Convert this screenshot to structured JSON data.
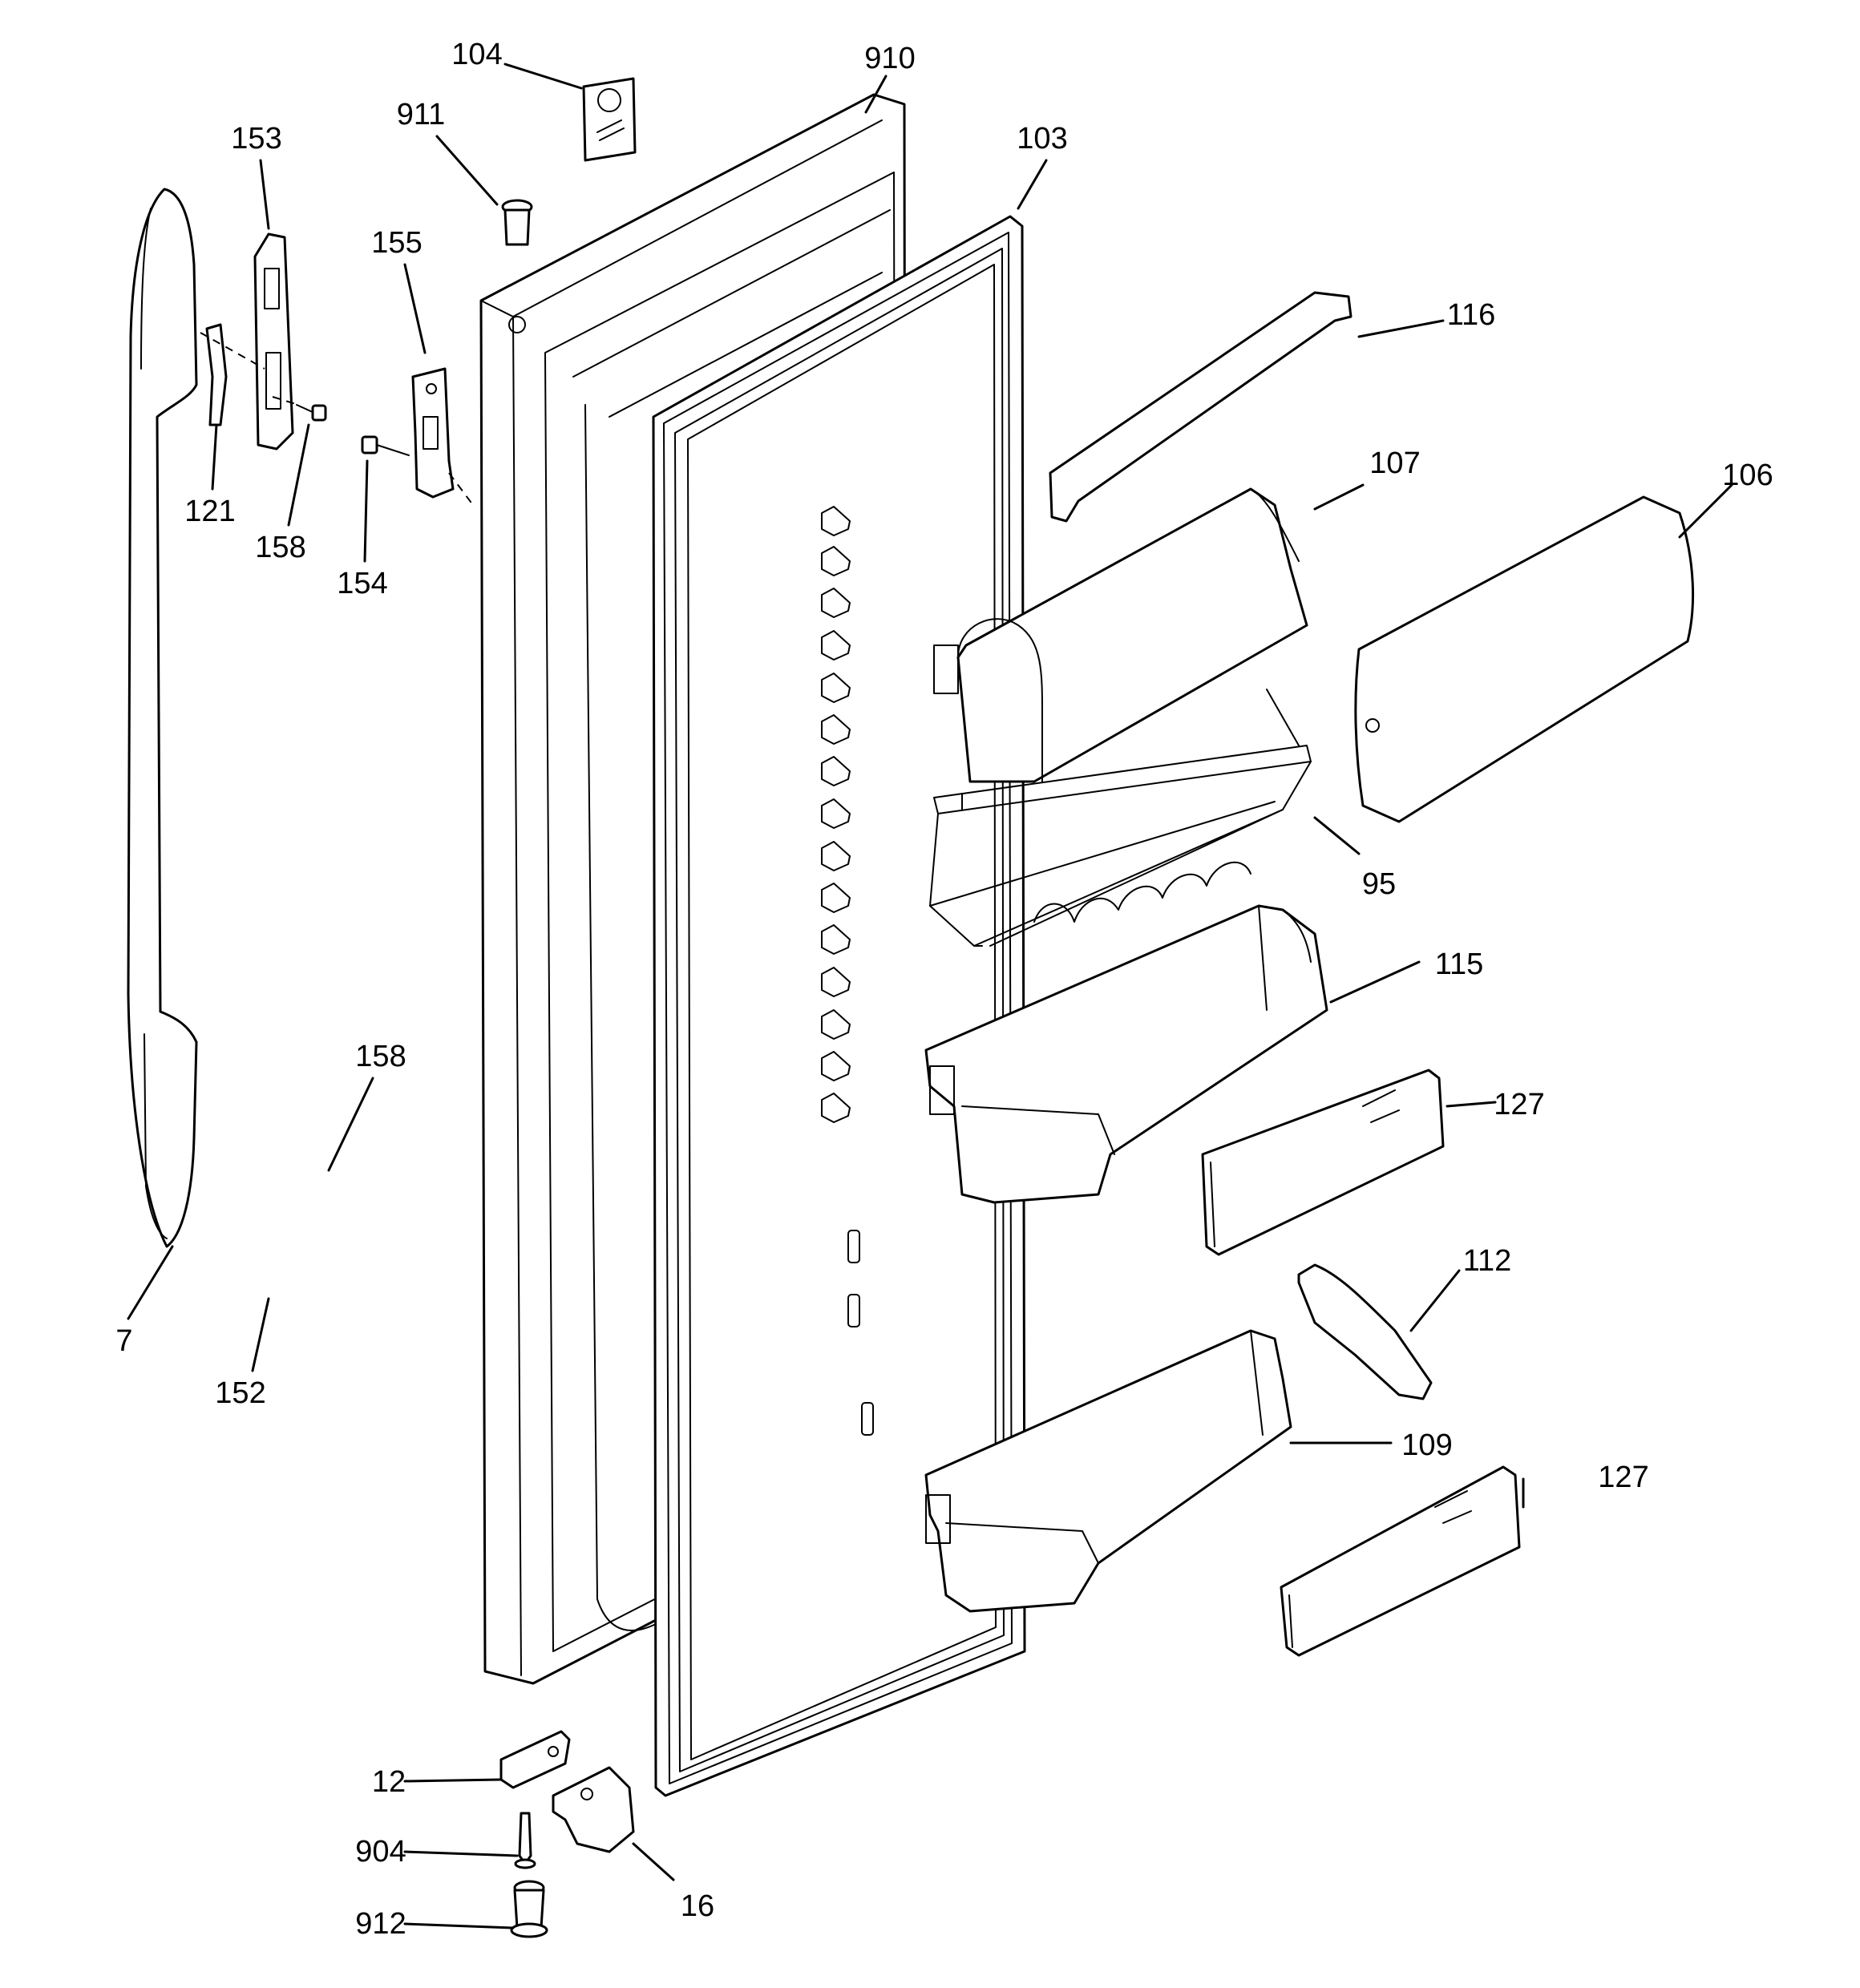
{
  "labels": {
    "p104": "104",
    "p910": "910",
    "p911": "911",
    "p153": "153",
    "p103": "103",
    "p155": "155",
    "p116": "116",
    "p121": "121",
    "p158a": "158",
    "p154": "154",
    "p107": "107",
    "p106": "106",
    "p95": "95",
    "p115": "115",
    "p158b": "158",
    "p127a": "127",
    "p7": "7",
    "p152": "152",
    "p112": "112",
    "p109": "109",
    "p127b": "127",
    "p12": "12",
    "p904": "904",
    "p16": "16",
    "p912": "912"
  }
}
